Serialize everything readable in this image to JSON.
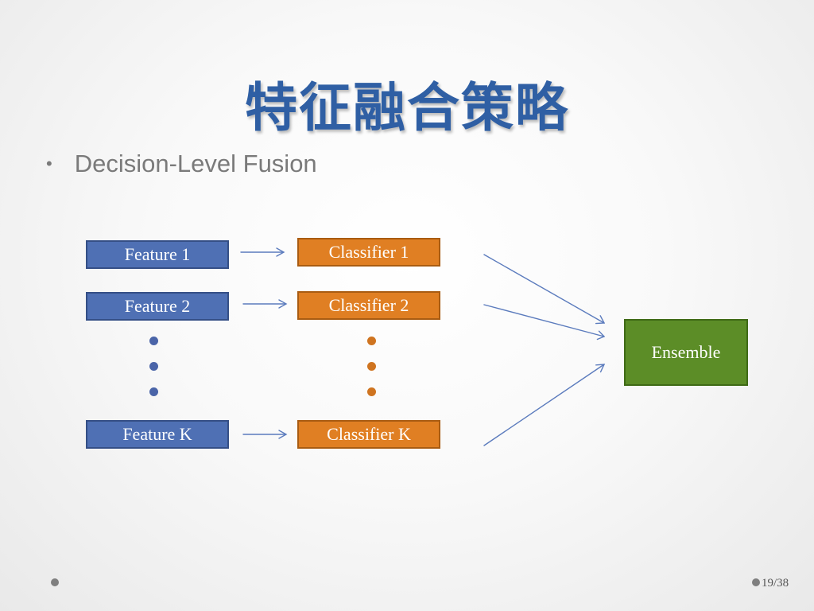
{
  "slide": {
    "title": "特征融合策略",
    "bullet": "Decision-Level Fusion",
    "page_number": "19/38"
  },
  "diagram": {
    "features": [
      {
        "label": "Feature 1"
      },
      {
        "label": "Feature 2"
      },
      {
        "label": "Feature K"
      }
    ],
    "classifiers": [
      {
        "label": "Classifier 1"
      },
      {
        "label": "Classifier 2"
      },
      {
        "label": "Classifier K"
      }
    ],
    "ensemble": {
      "label": "Ensemble"
    }
  },
  "colors": {
    "title": "#2f5fa4",
    "feature_fill": "#4f70b4",
    "classifier_fill": "#e07f23",
    "ensemble_fill": "#5c8d27",
    "arrow": "#5b7bbd"
  }
}
